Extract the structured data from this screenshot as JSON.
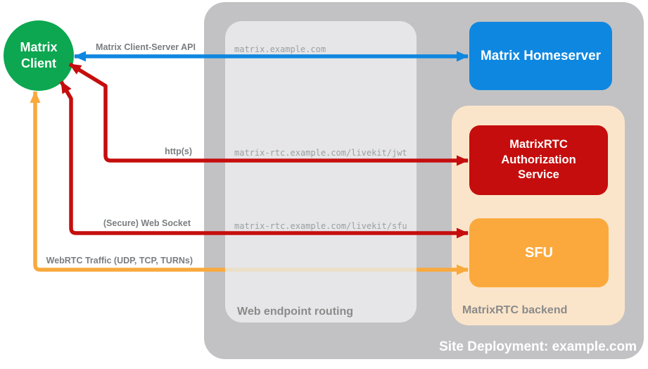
{
  "site": {
    "caption": "Site Deployment: example.com",
    "routing_group": {
      "caption": "Web endpoint routing"
    },
    "backend_group": {
      "caption": "MatrixRTC backend"
    }
  },
  "nodes": {
    "client": {
      "label": "Matrix Client",
      "color": "#0ca750"
    },
    "homeserver": {
      "label": "Matrix Homeserver",
      "color": "#0e87e0"
    },
    "auth": {
      "label": "MatrixRTC Authorization Service",
      "color": "#c50d0d"
    },
    "sfu": {
      "label": "SFU",
      "color": "#fba93d"
    }
  },
  "connections": {
    "api": {
      "label": "Matrix Client-Server API",
      "route": "matrix.example.com",
      "color": "#0e87e0",
      "style": "double-headed"
    },
    "jwt": {
      "label": "http(s)",
      "route": "matrix-rtc.example.com/livekit/jwt",
      "color": "#c50d0d",
      "style": "double-headed"
    },
    "websocket": {
      "label": "(Secure) Web Socket",
      "route": "matrix-rtc.example.com/livekit/sfu",
      "color": "#c50d0d",
      "style": "double-headed"
    },
    "webrtc": {
      "label": "WebRTC Traffic (UDP, TCP, TURNs)",
      "color": "#f9a93c",
      "style": "double-headed"
    }
  },
  "palette": {
    "outer_container": "#c2c2c4",
    "routing_panel": "#e6e6e8",
    "backend_panel": "#fbe5ca",
    "faded_webrtc_segment": "#ebdfc8",
    "label_gray": "#7a7e80",
    "url_gray": "#9aa0a2",
    "caption_gray": "#8a8a8a"
  }
}
